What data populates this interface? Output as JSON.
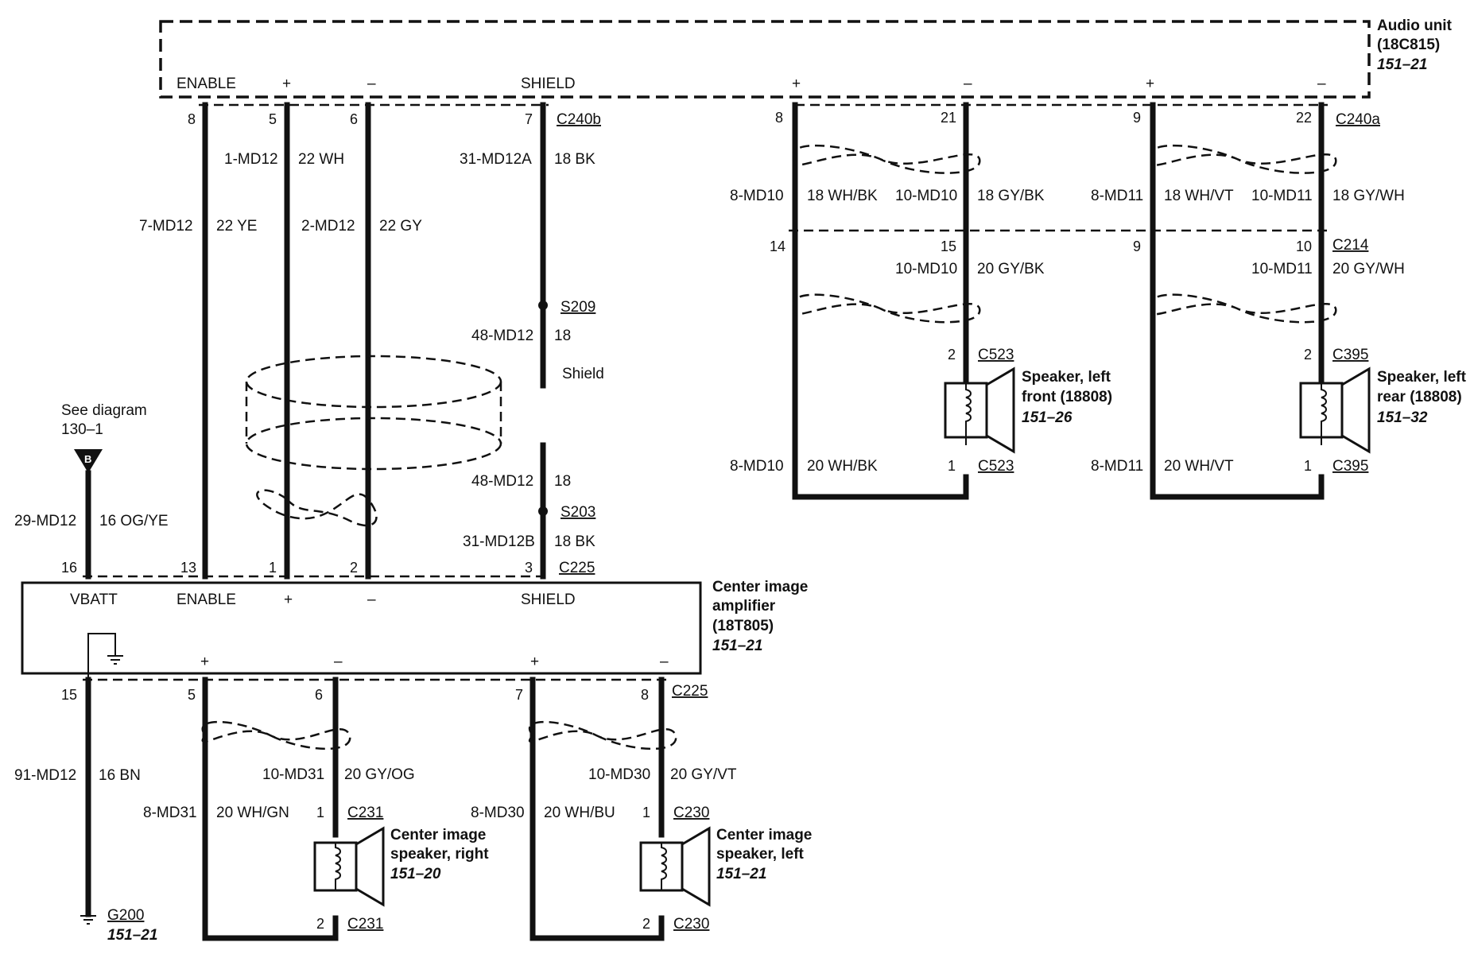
{
  "audio_unit": {
    "title_line1": "Audio unit",
    "title_line2": "(18C815)",
    "ref": "151–21",
    "enable": "ENABLE",
    "shield": "SHIELD",
    "plus": "+",
    "minus": "–",
    "connector_b": "C240b",
    "connector_a": "C240a"
  },
  "amplifier": {
    "title_line1": "Center image",
    "title_line2": "amplifier",
    "title_line3": "(18T805)",
    "ref": "151–21",
    "vbatt": "VBATT",
    "enable": "ENABLE",
    "shield": "SHIELD",
    "plus": "+",
    "minus": "–",
    "connector": "C225"
  },
  "see_diagram": {
    "line1": "See diagram",
    "line2": "130–1",
    "marker": "B"
  },
  "left_wires": {
    "w29_circuit": "29-MD12",
    "w29_color": "16 OG/YE",
    "w29_pin": "16",
    "w7_circuit": "7-MD12",
    "w7_color": "22 YE",
    "w7_pin_top": "8",
    "w7_pin_bot": "13",
    "w1_circuit": "1-MD12",
    "w1_color": "22 WH",
    "w1_pin_top": "5",
    "w1_pin_bot": "1",
    "w2_circuit": "2-MD12",
    "w2_color": "22 GY",
    "w2_pin_top": "6",
    "w2_pin_bot": "2",
    "w31_circuit": "31-MD12A",
    "w31_color": "18 BK",
    "w31_pin_top": "7",
    "s209": "S209",
    "w48a_circuit": "48-MD12",
    "w48a_color": "18",
    "shield_label": "Shield",
    "w48b_circuit": "48-MD12",
    "w48b_color": "18",
    "s203": "S203",
    "w31b_circuit": "31-MD12B",
    "w31b_color": "18 BK",
    "w31b_pin": "3"
  },
  "front_speaker": {
    "pin8": "8",
    "pin21": "21",
    "c1_circuit": "8-MD10",
    "c1_color": "18 WH/BK",
    "c2_circuit": "10-MD10",
    "c2_color": "18 GY/BK",
    "pin14": "14",
    "pin15": "15",
    "c3_circuit": "10-MD10",
    "c3_color": "20 GY/BK",
    "pin2": "2",
    "conn_top": "C523",
    "name_line1": "Speaker, left",
    "name_line2": "front (18808)",
    "ref": "151–26",
    "c4_circuit": "8-MD10",
    "c4_color": "20 WH/BK",
    "pin1": "1",
    "conn_bot": "C523"
  },
  "rear_speaker": {
    "pin9": "9",
    "pin22": "22",
    "c1_circuit": "8-MD11",
    "c1_color": "18 WH/VT",
    "c2_circuit": "10-MD11",
    "c2_color": "18 GY/WH",
    "pin9b": "9",
    "pin10": "10",
    "conn_mid": "C214",
    "c3_circuit": "10-MD11",
    "c3_color": "20 GY/WH",
    "pin2": "2",
    "conn_top": "C395",
    "name_line1": "Speaker, left",
    "name_line2": "rear (18808)",
    "ref": "151–32",
    "c4_circuit": "8-MD11",
    "c4_color": "20 WH/VT",
    "pin1": "1",
    "conn_bot": "C395"
  },
  "bottom": {
    "pin15": "15",
    "w91_circuit": "91-MD12",
    "w91_color": "16 BN",
    "ground": "G200",
    "ground_ref": "151–21",
    "pin5": "5",
    "pin6": "6",
    "pin7": "7",
    "pin8": "8",
    "connector": "C225",
    "r1_circuit": "10-MD31",
    "r1_color": "20 GY/OG",
    "r2_circuit": "8-MD31",
    "r2_color": "20 WH/GN",
    "r_pin1": "1",
    "r_conn_top": "C231",
    "r_pin2": "2",
    "r_conn_bot": "C231",
    "right_name1": "Center image",
    "right_name2": "speaker, right",
    "right_ref": "151–20",
    "l1_circuit": "10-MD30",
    "l1_color": "20 GY/VT",
    "l2_circuit": "8-MD30",
    "l2_color": "20 WH/BU",
    "l_pin1": "1",
    "l_conn_top": "C230",
    "l_pin2": "2",
    "l_conn_bot": "C230",
    "left_name1": "Center image",
    "left_name2": "speaker, left",
    "left_ref": "151–21"
  }
}
